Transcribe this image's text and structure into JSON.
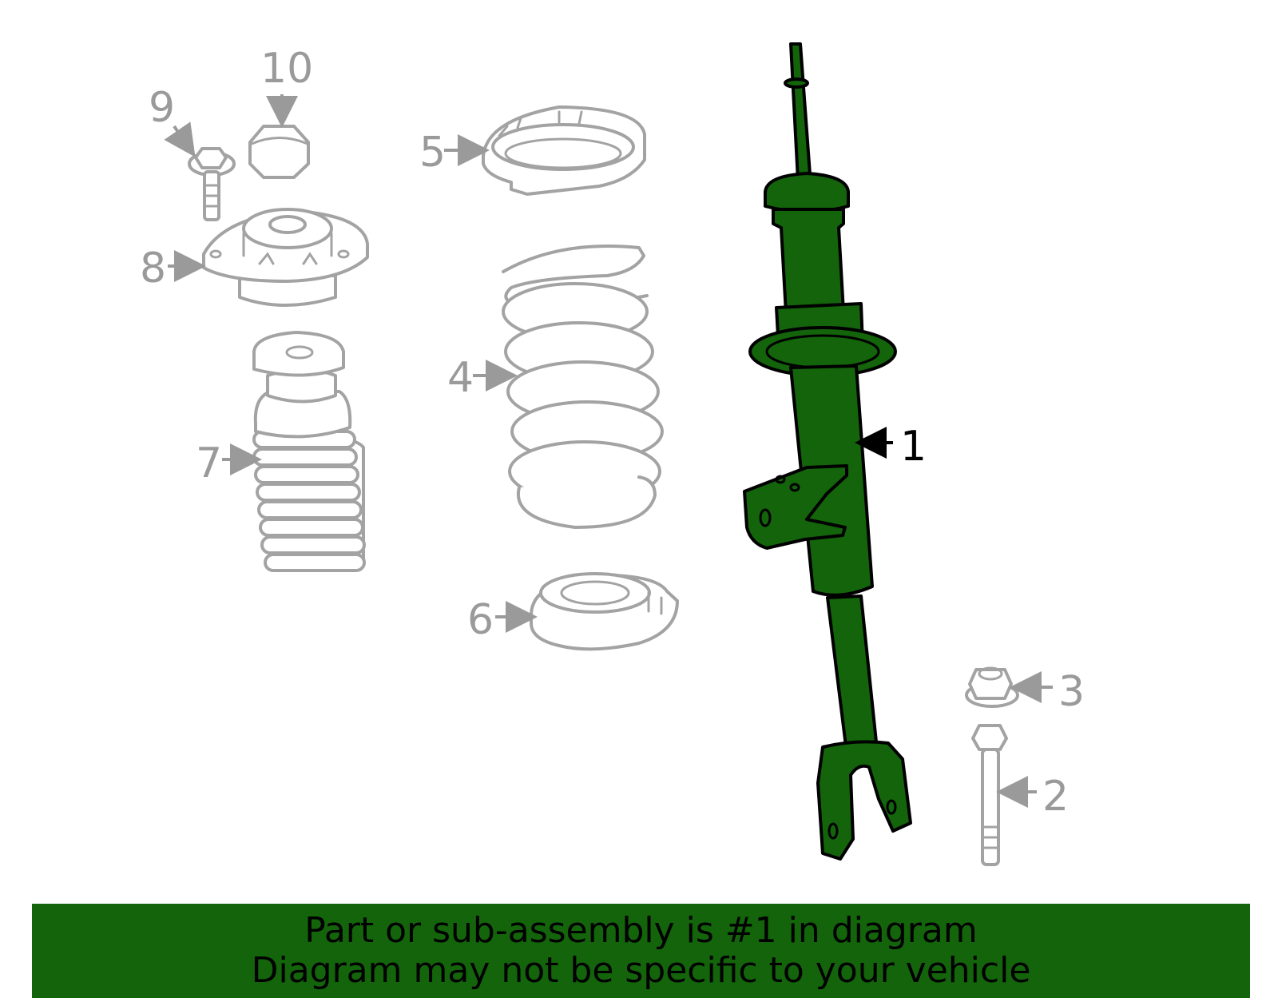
{
  "callouts": {
    "c1": "1",
    "c2": "2",
    "c3": "3",
    "c4": "4",
    "c5": "5",
    "c6": "6",
    "c7": "7",
    "c8": "8",
    "c9": "9",
    "c10": "10"
  },
  "banner": {
    "line1": "Part or sub-assembly is #1 in diagram",
    "line2": "Diagram may not be specific to your vehicle"
  },
  "colors": {
    "highlight": "#13640b",
    "part_outline": "#a3a3a3",
    "label_inactive": "#9a9a9a",
    "label_active": "#000000"
  }
}
